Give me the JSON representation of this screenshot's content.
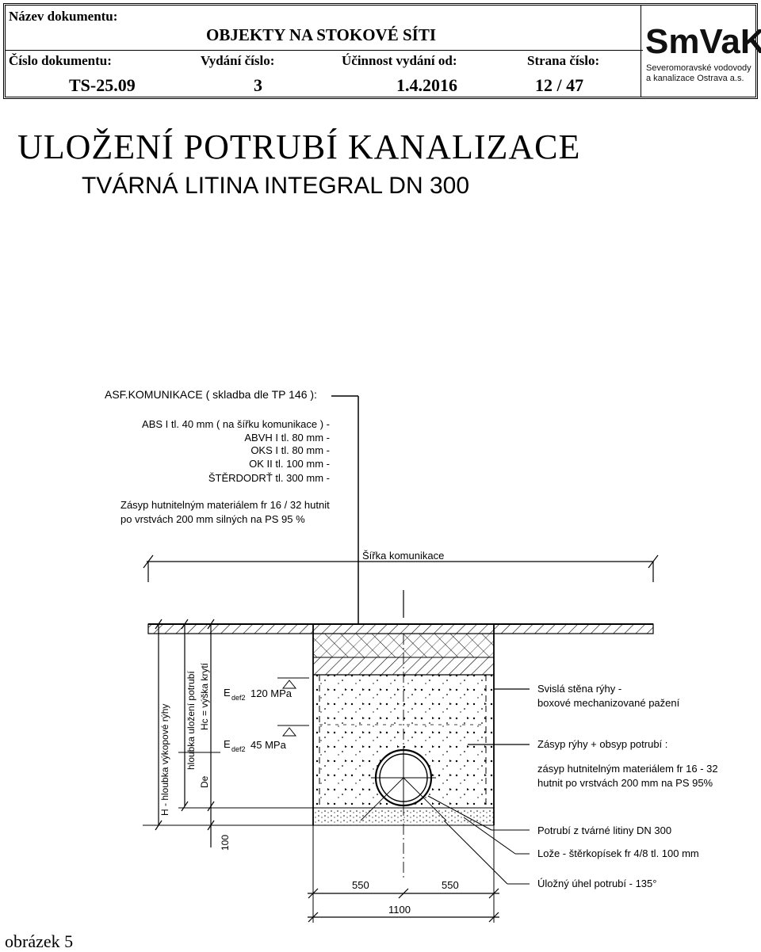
{
  "header": {
    "doc_name_label": "Název dokumentu:",
    "doc_name": "OBJEKTY NA STOKOVÉ SÍTI",
    "doc_number_label": "Číslo dokumentu:",
    "doc_number": "TS-25.09",
    "issue_label": "Vydání číslo:",
    "issue": "3",
    "effective_label": "Účinnost vydání od:",
    "effective": "1.4.2016",
    "page_label": "Strana číslo:",
    "page": "12 / 47"
  },
  "logo": {
    "text": "SmVaK",
    "line1": "Severomoravské vodovody",
    "line2": "a kanalizace Ostrava a.s."
  },
  "title": {
    "main": "ULOŽENÍ POTRUBÍ KANALIZACE",
    "sub": "TVÁRNÁ LITINA INTEGRAL DN 300"
  },
  "drawing": {
    "road_label": "ASF.KOMUNIKACE ( skladba dle TP 146 ):",
    "layers": [
      "ABS I tl. 40 mm ( na šířku komunikace ) -",
      "ABVH I tl. 80 mm -",
      "OKS I tl. 80 mm -",
      "OK II tl. 100 mm -",
      "ŠTĚRDODRŤ tl. 300 mm -"
    ],
    "backfill_line1": "Zásyp hutnitelným materiálem fr 16 / 32 hutnit",
    "backfill_line2": "po vrstvách 200 mm silných na PS 95 %",
    "road_width": "Šířka komunikace",
    "dim_h": "H - hloubka výkopové rýhy",
    "dim_depth": "hloubka uložení potrubí",
    "dim_hc": "Hc = výška krytí",
    "dim_de": "De",
    "dim_100": "100",
    "edef_upper_symbol": "E",
    "edef_upper_sub": "def2",
    "edef_upper_value": "120 MPa",
    "edef_lower_symbol": "E",
    "edef_lower_sub": "def2",
    "edef_lower_value": "45 MPa",
    "wall_line1": "Svislá stěna rýhy -",
    "wall_line2": "boxové mechanizované pažení",
    "fill_label": "Zásyp rýhy + obsyp potrubí :",
    "fill_line1": "zásyp hutnitelným materiálem fr 16 - 32",
    "fill_line2": "hutnit po vrstvách 200 mm na PS 95%",
    "pipe_label": "Potrubí z tvárné litiny DN 300",
    "bed_label": "Lože - štěrkopísek fr 4/8 tl. 100 mm",
    "angle_label": "Úložný úhel potrubí - 135°",
    "dim_left": "550",
    "dim_right": "550",
    "dim_total": "1100"
  },
  "caption": "obrázek 5"
}
